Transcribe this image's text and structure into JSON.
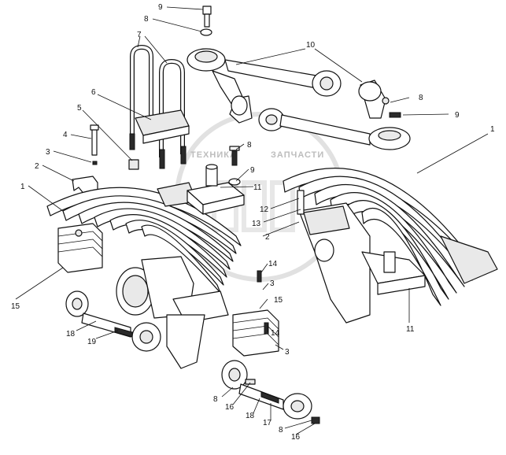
{
  "watermark": {
    "left": "ТЕХНИКА",
    "right": "ЗАПЧАСТИ"
  },
  "callouts": [
    "9",
    "8",
    "7",
    "10",
    "6",
    "5",
    "8",
    "4",
    "3",
    "9",
    "2",
    "11",
    "1",
    "12",
    "13",
    "2",
    "1",
    "8",
    "9",
    "14",
    "3",
    "15",
    "15",
    "11",
    "14",
    "18",
    "19",
    "3",
    "8",
    "16",
    "18",
    "17",
    "8",
    "16"
  ]
}
